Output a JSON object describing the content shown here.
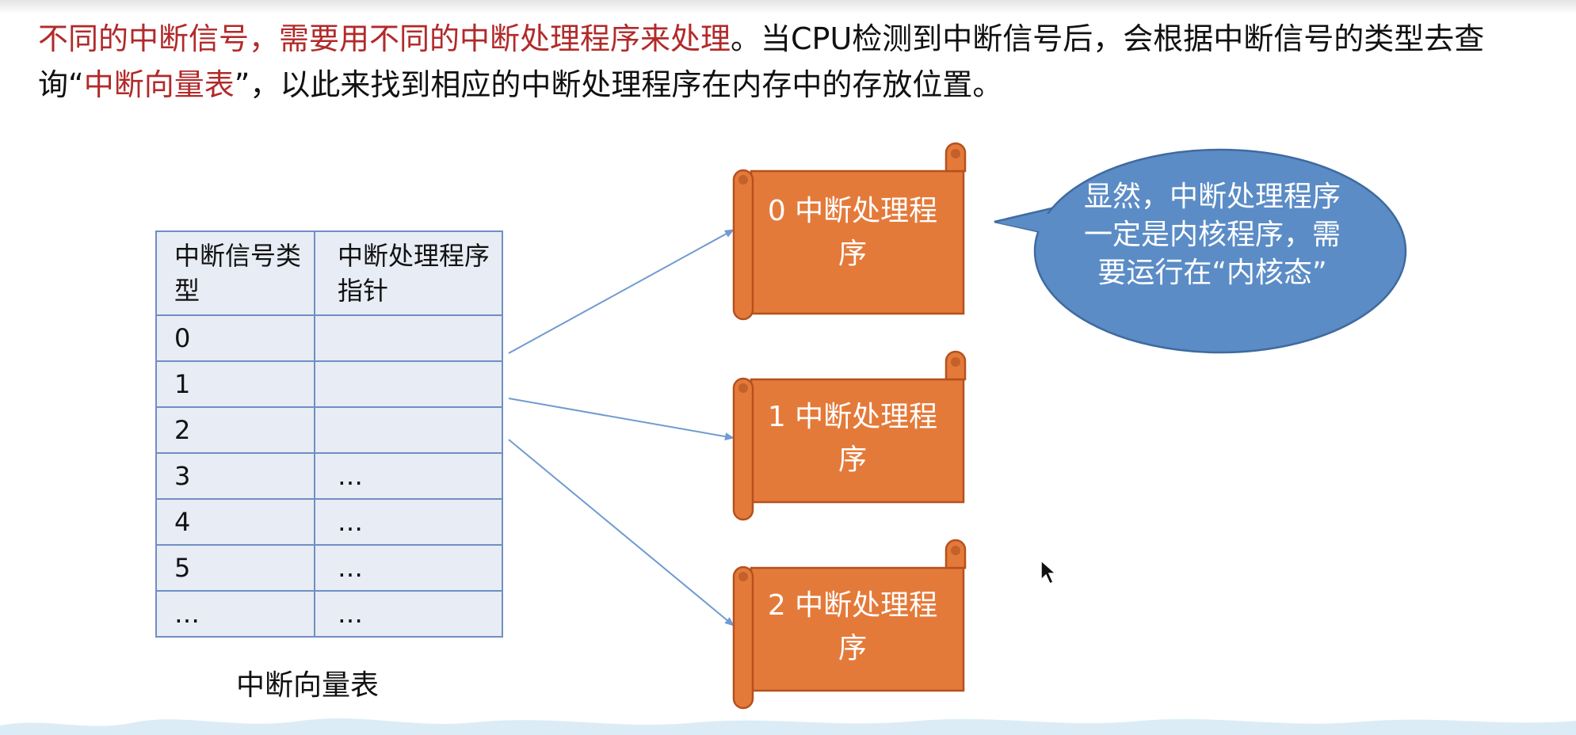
{
  "intro": {
    "p1": "不同的中断信号，需要用不同的中断处理程序来处理",
    "p2": "。当CPU检测到中断信号后，会根据中断信号的类型去查询“",
    "p3": "中断向量表",
    "p4": "”，以此来找到相应的中断处理程序在内存中的存放位置。"
  },
  "table": {
    "header_type": "中断信号类型",
    "header_ptr": "中断处理程序指针",
    "rows": [
      {
        "type": "0",
        "ptr": ""
      },
      {
        "type": "1",
        "ptr": ""
      },
      {
        "type": "2",
        "ptr": ""
      },
      {
        "type": "3",
        "ptr": "…"
      },
      {
        "type": "4",
        "ptr": "…"
      },
      {
        "type": "5",
        "ptr": "…"
      },
      {
        "type": "…",
        "ptr": "…"
      }
    ],
    "caption": "中断向量表"
  },
  "handlers": [
    {
      "label": "0 中断处理程序"
    },
    {
      "label": "1 中断处理程序"
    },
    {
      "label": "2 中断处理程序"
    }
  ],
  "callout": {
    "text": "显然，中断处理程序一定是内核程序，需要运行在“内核态”"
  },
  "colors": {
    "scroll_fill": "#e47a3a",
    "scroll_stroke": "#b6511e",
    "bubble_fill": "#5b8cc6",
    "bubble_stroke": "#3f6b9f",
    "arrow": "#6f9bd0",
    "highlight_red": "#b22a2a"
  }
}
